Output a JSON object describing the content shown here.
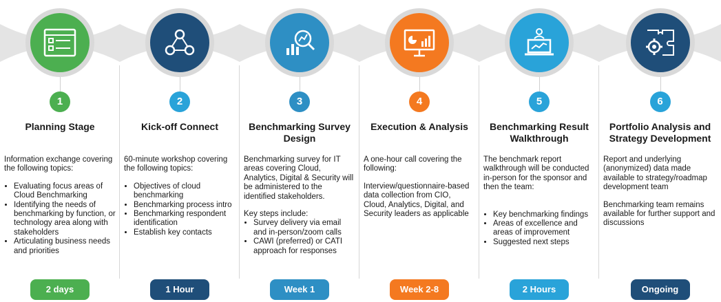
{
  "colors": {
    "green": "#4caf50",
    "navy": "#1f4e79",
    "teal": "#2e8fc4",
    "orange": "#f47920",
    "lightblue": "#29a3d9",
    "band": "#e4e4e4"
  },
  "stages": [
    {
      "number": "1",
      "title": "Planning Stage",
      "icon": "checklist-icon",
      "intro": "Information exchange covering the following topics:",
      "bullets": [
        "Evaluating focus areas of Cloud Benchmarking",
        "Identifying the needs of benchmarking by function, or technology area along with stakeholders",
        "Articulating business needs and priorities"
      ],
      "outro": "",
      "duration": "2 days"
    },
    {
      "number": "2",
      "title": "Kick-off Connect",
      "icon": "people-network-icon",
      "intro": "60-minute workshop covering the following topics:",
      "bullets": [
        "Objectives of cloud benchmarking",
        "Benchmarking process intro",
        "Benchmarking respondent identification",
        "Establish key contacts"
      ],
      "outro": "",
      "duration": "1 Hour"
    },
    {
      "number": "3",
      "title": "Benchmarking Survey Design",
      "icon": "magnifier-chart-icon",
      "intro": "Benchmarking survey for IT areas covering Cloud, Analytics, Digital & Security will be administered to the identified stakeholders.",
      "intro2": "Key steps include:",
      "bullets": [
        "Survey delivery via email and in-person/zoom calls",
        "CAWI (preferred) or CATI approach for responses"
      ],
      "outro": "",
      "duration": "Week 1"
    },
    {
      "number": "4",
      "title": "Execution & Analysis",
      "icon": "presentation-chart-icon",
      "intro": "A one-hour call covering the following:",
      "intro2": "Interview/questionnaire-based data collection from CIO, Cloud, Analytics, Digital, and Security leaders as applicable",
      "bullets": [],
      "outro": "",
      "duration": "Week 2-8"
    },
    {
      "number": "5",
      "title": "Benchmarking Result Walkthrough",
      "icon": "laptop-presenter-icon",
      "intro": "The benchmark report walkthrough will be conducted in-person for the sponsor and then the team:",
      "bullets": [
        "Key benchmarking findings",
        "Areas of excellence and areas of improvement",
        "Suggested next steps"
      ],
      "outro": "",
      "duration": "2 Hours"
    },
    {
      "number": "6",
      "title": "Portfolio Analysis and Strategy Development",
      "icon": "puzzle-gear-icon",
      "intro": "Report and underlying (anonymized) data made available to strategy/roadmap development team",
      "intro2": "Benchmarking team remains available for further support and discussions",
      "bullets": [],
      "outro": "",
      "duration": "Ongoing"
    }
  ]
}
